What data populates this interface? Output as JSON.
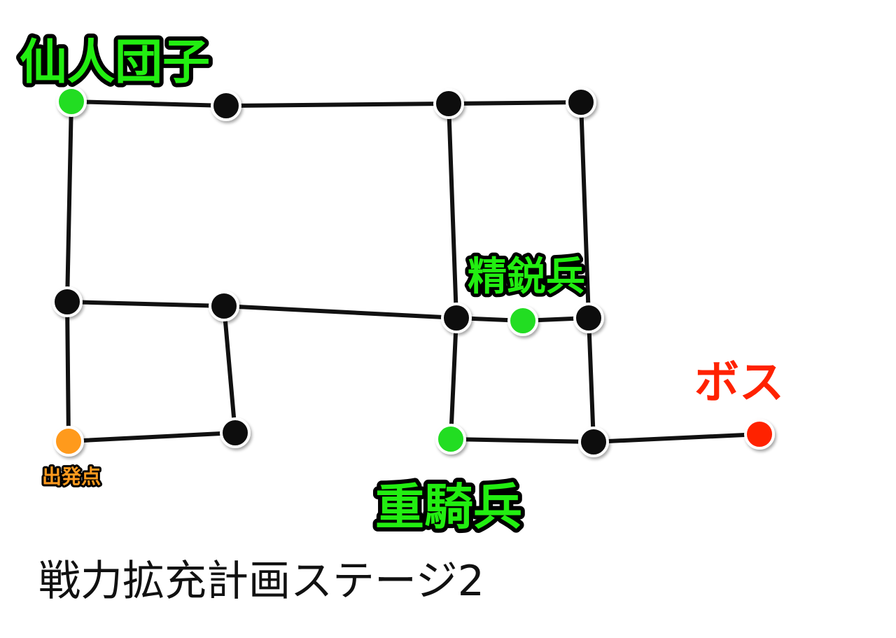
{
  "caption": "戦力拡充計画ステージ2",
  "colors": {
    "edge": "#111111",
    "node_normal": "#111111",
    "node_green": "#22dd22",
    "node_orange": "#ff9a1e",
    "node_boss": "#ff2200"
  },
  "labels": {
    "sennin_dango": "仙人団子",
    "seieihei": "精鋭兵",
    "boss": "ボス",
    "juukihei": "重騎兵",
    "start": "出発点"
  },
  "nodes": [
    {
      "id": "n1",
      "kind": "green"
    },
    {
      "id": "n2",
      "kind": "normal"
    },
    {
      "id": "n3",
      "kind": "normal"
    },
    {
      "id": "n4",
      "kind": "normal"
    },
    {
      "id": "n5",
      "kind": "normal"
    },
    {
      "id": "n6",
      "kind": "normal"
    },
    {
      "id": "n7",
      "kind": "normal"
    },
    {
      "id": "n8",
      "kind": "green"
    },
    {
      "id": "n9",
      "kind": "normal"
    },
    {
      "id": "n10",
      "kind": "orange"
    },
    {
      "id": "n11",
      "kind": "normal"
    },
    {
      "id": "n12",
      "kind": "green"
    },
    {
      "id": "n13",
      "kind": "normal"
    },
    {
      "id": "n14",
      "kind": "boss"
    }
  ],
  "edges": [
    [
      "n1",
      "n2"
    ],
    [
      "n2",
      "n3"
    ],
    [
      "n3",
      "n4"
    ],
    [
      "n1",
      "n5"
    ],
    [
      "n3",
      "n7"
    ],
    [
      "n4",
      "n9"
    ],
    [
      "n5",
      "n6"
    ],
    [
      "n6",
      "n7"
    ],
    [
      "n7",
      "n8"
    ],
    [
      "n8",
      "n9"
    ],
    [
      "n5",
      "n10"
    ],
    [
      "n6",
      "n11"
    ],
    [
      "n10",
      "n11"
    ],
    [
      "n7",
      "n12"
    ],
    [
      "n9",
      "n13"
    ],
    [
      "n12",
      "n13"
    ],
    [
      "n13",
      "n14"
    ]
  ]
}
